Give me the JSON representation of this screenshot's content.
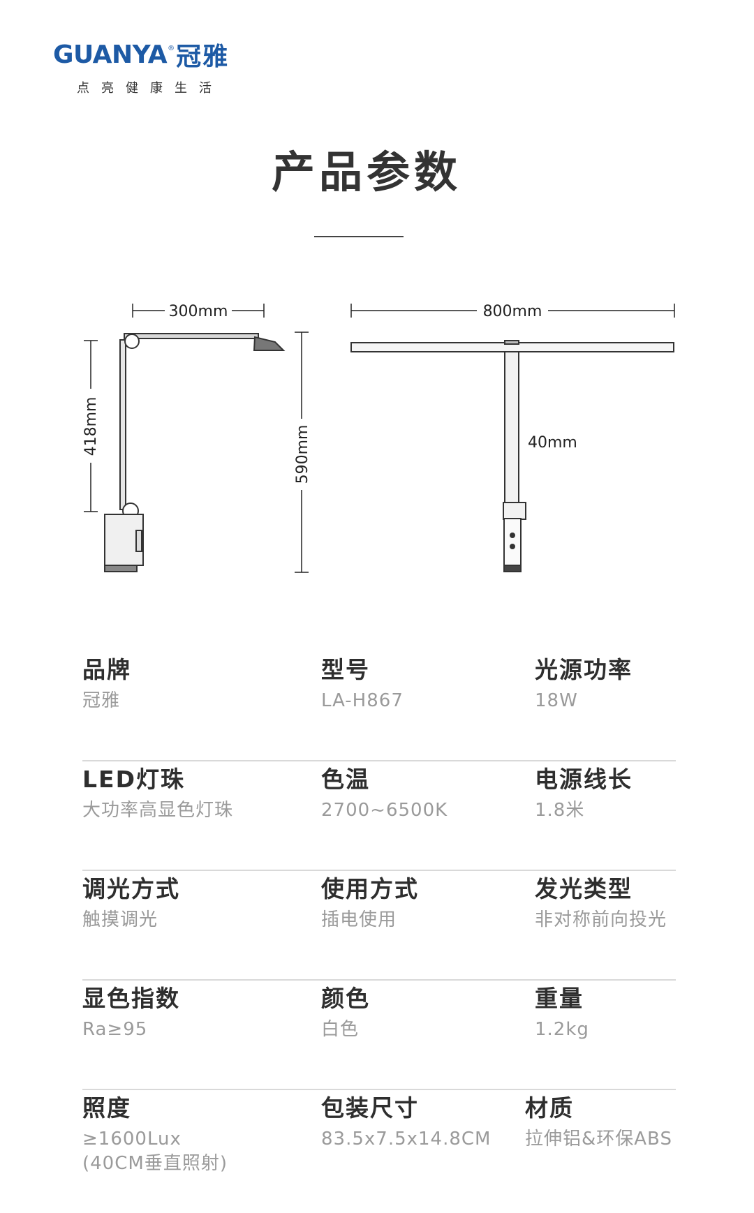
{
  "brand": {
    "logo_en": "GUANYA",
    "logo_cn": "冠雅",
    "slogan": "点亮健康生活"
  },
  "title": "产品参数",
  "diagram": {
    "side_width": "300mm",
    "side_height_arm": "418mm",
    "side_height_total": "590mm",
    "front_width": "800mm",
    "pole_width": "40mm"
  },
  "specs": [
    [
      {
        "label": "品牌",
        "value": "冠雅"
      },
      {
        "label": "型号",
        "value": "LA-H867"
      },
      {
        "label": "光源功率",
        "value": "18W"
      }
    ],
    [
      {
        "label": "LED灯珠",
        "value": "大功率高显色灯珠"
      },
      {
        "label": "色温",
        "value": "2700~6500K"
      },
      {
        "label": "电源线长",
        "value": "1.8米"
      }
    ],
    [
      {
        "label": "调光方式",
        "value": "触摸调光"
      },
      {
        "label": "使用方式",
        "value": "插电使用"
      },
      {
        "label": "发光类型",
        "value": "非对称前向投光"
      }
    ],
    [
      {
        "label": "显色指数",
        "value": "Ra≥95"
      },
      {
        "label": "颜色",
        "value": "白色"
      },
      {
        "label": "重量",
        "value": "1.2kg"
      }
    ],
    [
      {
        "label": "照度",
        "value": "≥1600Lux",
        "value2": "(40CM垂直照射)"
      },
      {
        "label": "包装尺寸",
        "value": "83.5x7.5x14.8CM"
      },
      {
        "label": "材质",
        "value": "拉伸铝&环保ABS"
      }
    ]
  ],
  "colors": {
    "brand_blue": "#1d5aa5",
    "label": "#2e2e2e",
    "value": "#9a9a9a",
    "divider": "#d9d9d9"
  }
}
